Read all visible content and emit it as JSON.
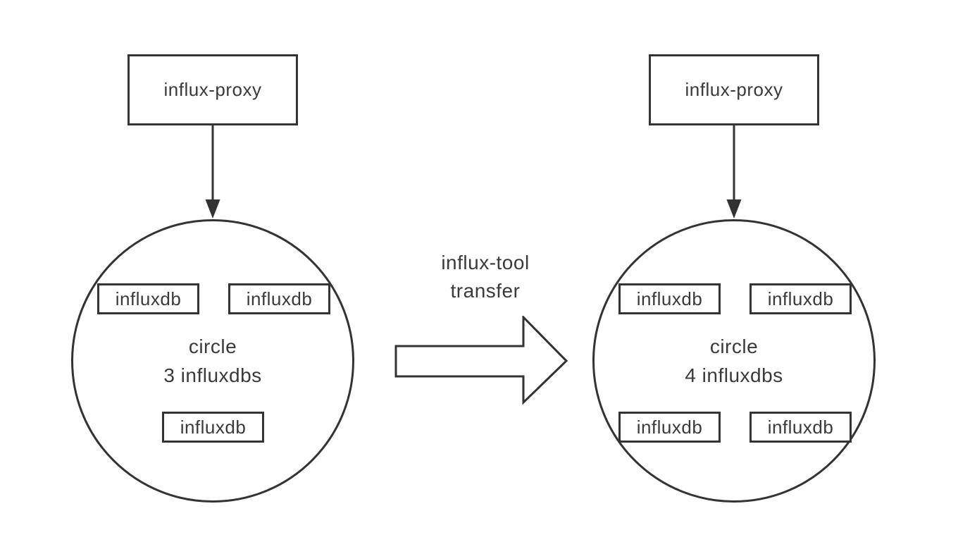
{
  "diagram": {
    "left_cluster": {
      "proxy_label": "influx-proxy",
      "circle_title": "circle",
      "circle_subtitle": "3 influxdbs",
      "nodes": [
        "influxdb",
        "influxdb",
        "influxdb"
      ]
    },
    "right_cluster": {
      "proxy_label": "influx-proxy",
      "circle_title": "circle",
      "circle_subtitle": "4 influxdbs",
      "nodes": [
        "influxdb",
        "influxdb",
        "influxdb",
        "influxdb"
      ]
    },
    "transfer": {
      "label_line1": "influx-tool",
      "label_line2": "transfer"
    },
    "colors": {
      "stroke": "#333333",
      "text": "#3a3a3a",
      "background": "#ffffff"
    }
  }
}
